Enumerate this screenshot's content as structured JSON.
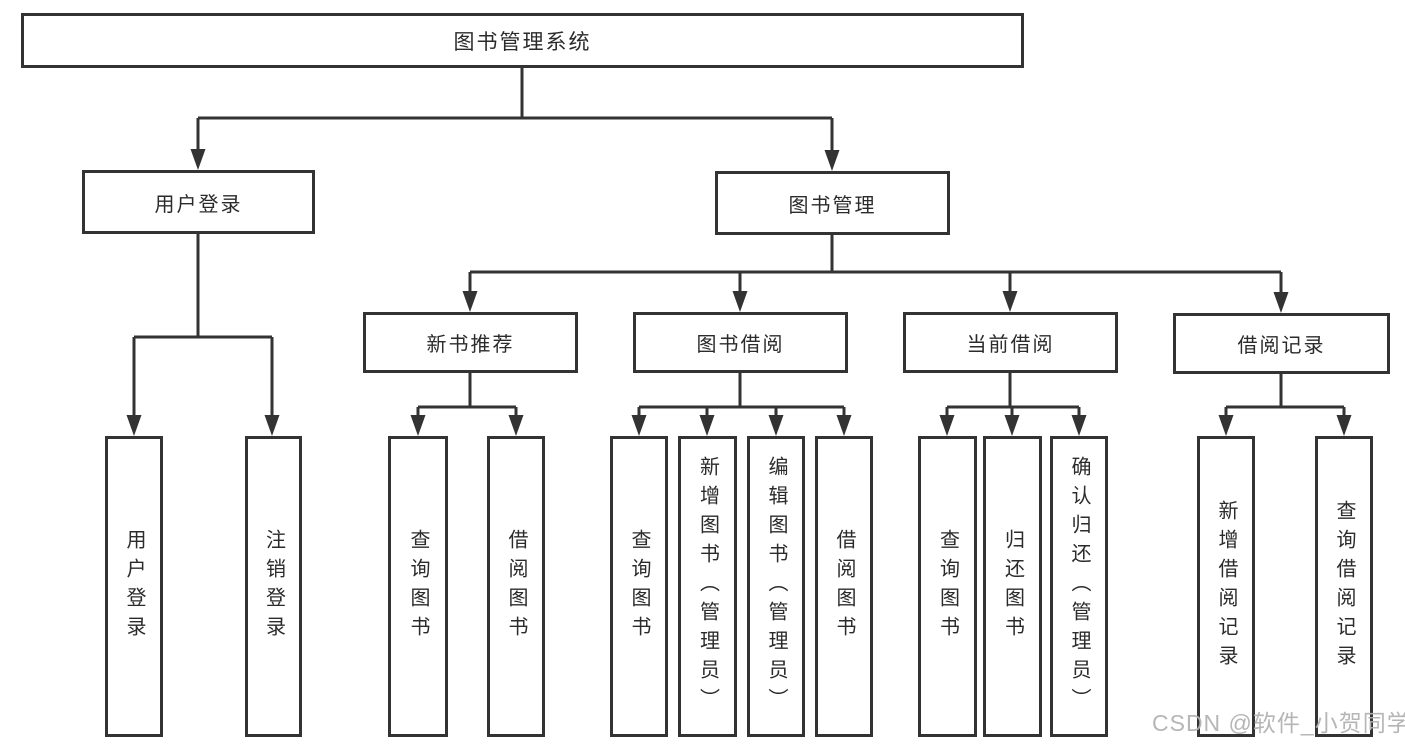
{
  "diagram": {
    "title": "图书管理系统",
    "type": "hierarchy-tree",
    "tree": {
      "label": "图书管理系统",
      "children": [
        {
          "label": "用户登录",
          "children": [
            {
              "label": "用户登录"
            },
            {
              "label": "注销登录"
            }
          ]
        },
        {
          "label": "图书管理",
          "children": [
            {
              "label": "新书推荐",
              "children": [
                {
                  "label": "查询图书"
                },
                {
                  "label": "借阅图书"
                }
              ]
            },
            {
              "label": "图书借阅",
              "children": [
                {
                  "label": "查询图书"
                },
                {
                  "label": "新增图书（管理员）"
                },
                {
                  "label": "编辑图书（管理员）"
                },
                {
                  "label": "借阅图书"
                }
              ]
            },
            {
              "label": "当前借阅",
              "children": [
                {
                  "label": "查询图书"
                },
                {
                  "label": "归还图书"
                },
                {
                  "label": "确认归还（管理员）"
                }
              ]
            },
            {
              "label": "借阅记录",
              "children": [
                {
                  "label": "新增借阅记录"
                },
                {
                  "label": "查询借阅记录"
                }
              ]
            }
          ]
        }
      ]
    }
  },
  "watermark": {
    "text": "CSDN @软件_小贺同学"
  },
  "colors": {
    "line": "#333333",
    "text": "#2b2b2b",
    "background": "#ffffff",
    "watermark": "#b2b2b2"
  }
}
